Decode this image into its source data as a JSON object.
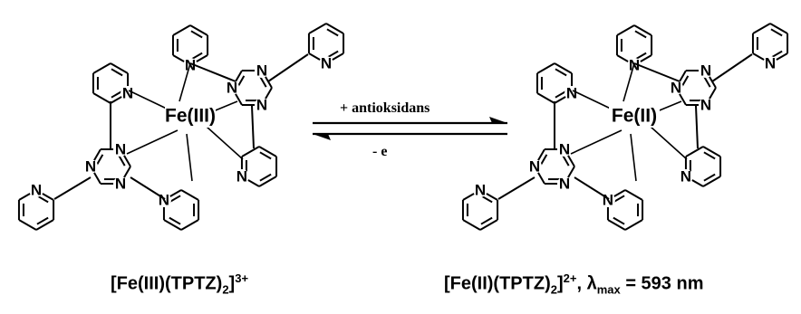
{
  "reaction": {
    "forward_label": "+ antioksidans",
    "reverse_label": "- e"
  },
  "reactant": {
    "metal_label": "Fe(III)",
    "caption": {
      "main": "[Fe(III)(TPTZ)",
      "sub": "2",
      "close": "]",
      "sup": "3+"
    }
  },
  "product": {
    "metal_label": "Fe(II)",
    "caption": {
      "main": "[Fe(II)(TPTZ)",
      "sub": "2",
      "close": "]",
      "sup": "2+",
      "lambda_prefix": ", λ",
      "lambda_sub": "max",
      "lambda_value": " = 593 nm"
    }
  },
  "atoms": {
    "nitrogen": "N"
  },
  "colors": {
    "ink": "#000000",
    "background": "#ffffff"
  }
}
